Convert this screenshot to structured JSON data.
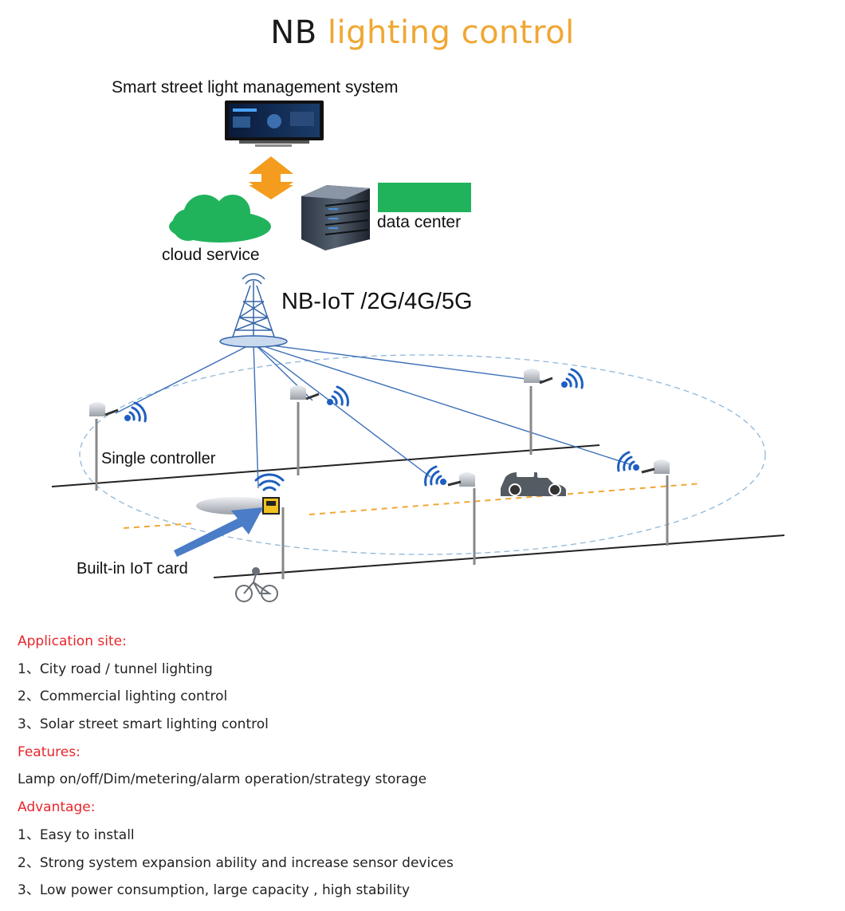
{
  "title": {
    "part1": "NB",
    "part2": "lighting control"
  },
  "diagram": {
    "management_label": "Smart street light management system",
    "data_center_label": "data center",
    "cloud_label": "cloud service",
    "network_label": "NB-IoT /2G/4G/5G",
    "controller_label": "Single controller",
    "iot_card_label": "Built-in IoT card"
  },
  "info": {
    "application_heading": "Application site:",
    "application_items": [
      "1、City road / tunnel lighting",
      "2、Commercial lighting control",
      "3、Solar street smart lighting control"
    ],
    "features_heading": "Features:",
    "features_text": "Lamp on/off/Dim/metering/alarm operation/strategy storage",
    "advantage_heading": "Advantage:",
    "advantage_items": [
      "1、Easy to install",
      "2、Strong system expansion ability and increase sensor devices",
      "3、Low power consumption, large capacity , high stability"
    ]
  },
  "colors": {
    "title_accent": "#f0a733",
    "heading_red": "#e8262b",
    "arrow_orange": "#f39c1e",
    "cloud_green": "#21b35c",
    "signal_blue": "#1f5fbf",
    "link_blue": "#3d6fb8"
  }
}
